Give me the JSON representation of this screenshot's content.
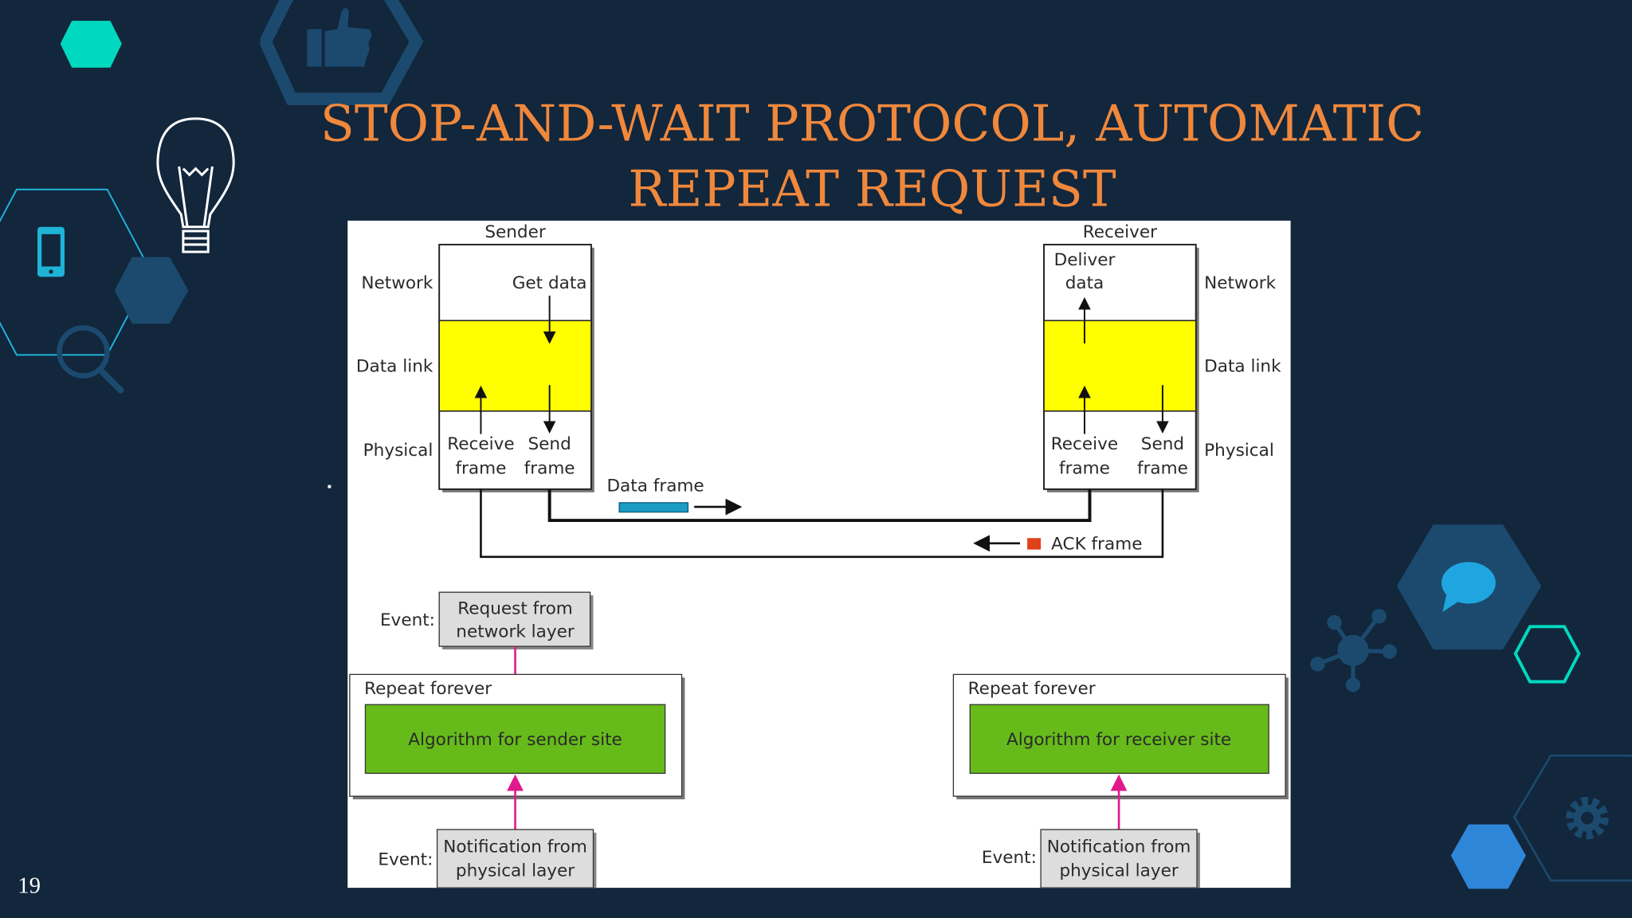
{
  "slide": {
    "title_line1": "STOP-AND-WAIT PROTOCOL,  AUTOMATIC",
    "title_line2": "REPEAT REQUEST",
    "page_number": "19",
    "colors": {
      "background": "#12263c",
      "title": "#f0883c",
      "datalink_layer": "#ffff00",
      "algorithm_box": "#66bb1a",
      "event_arrow": "#e0198c",
      "data_frame": "#1a9cc4",
      "ack_frame": "#e0401a"
    }
  },
  "diagram": {
    "sender": {
      "heading": "Sender",
      "layers": [
        "Network",
        "Data link",
        "Physical"
      ],
      "get_data": "Get data",
      "receive_frame": [
        "Receive",
        "frame"
      ],
      "send_frame": [
        "Send",
        "frame"
      ]
    },
    "receiver": {
      "heading": "Receiver",
      "layers": [
        "Network",
        "Data link",
        "Physical"
      ],
      "deliver_data": [
        "Deliver",
        "data"
      ],
      "receive_frame": [
        "Receive",
        "frame"
      ],
      "send_frame": [
        "Send",
        "frame"
      ]
    },
    "data_frame_label": "Data frame",
    "ack_frame_label": "ACK frame",
    "sender_site": {
      "event_label": "Event:",
      "request_event": [
        "Request from",
        "network layer"
      ],
      "repeat_label": "Repeat forever",
      "algorithm": "Algorithm for sender site",
      "notification_event": [
        "Notification from",
        "physical layer"
      ]
    },
    "receiver_site": {
      "event_label": "Event:",
      "repeat_label": "Repeat forever",
      "algorithm": "Algorithm for receiver site",
      "notification_event": [
        "Notification from",
        "physical layer"
      ]
    }
  },
  "decorations": [
    "hexagon",
    "thumbs-up-icon",
    "lightbulb-icon",
    "smartphone-icon",
    "magnifier-icon",
    "chat-bubble-icon",
    "network-node-icon",
    "gear-icon"
  ]
}
